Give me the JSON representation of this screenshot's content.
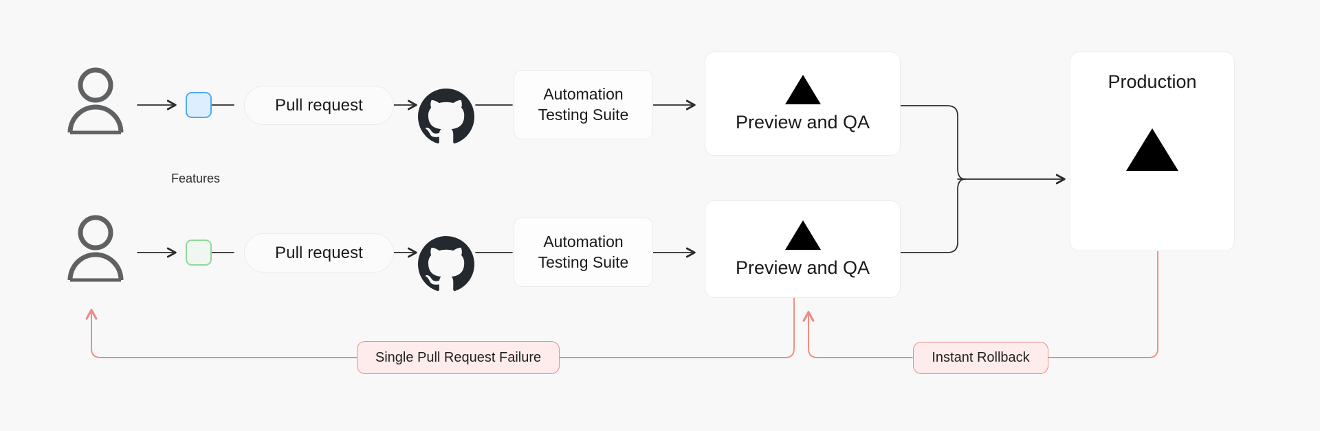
{
  "diagram": {
    "background_color": "#f8f8f8",
    "accent_blue": "#4fa8f5",
    "accent_green": "#8ed89a",
    "error_color": "#f08b84",
    "wire_color": "#2b2b2b",
    "labels": {
      "features": "Features"
    },
    "rows": [
      {
        "id": "row-1",
        "chip_color": "blue",
        "pull_request": "Pull request",
        "vcs_icon": "github-icon",
        "automation": "Automation\nTesting Suite",
        "automation_line1": "Automation",
        "automation_line2": "Testing Suite",
        "preview": "Preview and QA",
        "preview_icon": "vercel-triangle-icon"
      },
      {
        "id": "row-2",
        "chip_color": "green",
        "pull_request": "Pull request",
        "vcs_icon": "github-icon",
        "automation": "Automation\nTesting Suite",
        "automation_line1": "Automation",
        "automation_line2": "Testing Suite",
        "preview": "Preview and QA",
        "preview_icon": "vercel-triangle-icon"
      }
    ],
    "production": {
      "title": "Production",
      "icon": "vercel-triangle-icon"
    },
    "error_flows": [
      {
        "id": "single-pull-request-failure",
        "label": "Single Pull Request Failure"
      },
      {
        "id": "instant-rollback",
        "label": "Instant Rollback"
      }
    ]
  }
}
